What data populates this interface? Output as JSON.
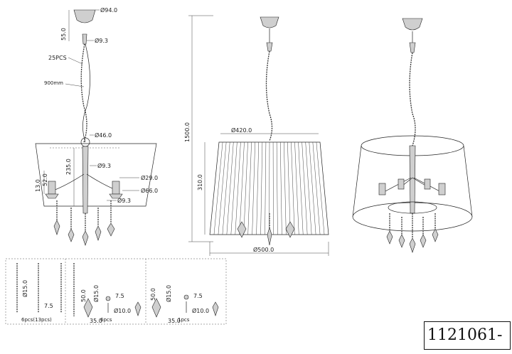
{
  "drawing": {
    "product_code": "1121061-",
    "front_view": {
      "canopy_diameter": "Ø94.0",
      "canopy_height": "55.0",
      "hook_diameter": "Ø9.3",
      "chain_links": "25PCS",
      "wire_length": "900mm",
      "ring_diameter": "Ø46.0",
      "frame_height": "235.0",
      "arm_diameter": "Ø9.3",
      "candle_height": "52.0",
      "cup_height": "13.0",
      "candle_diameter": "Ø29.0",
      "cup_diameter": "Ø66.0",
      "lower_arm_diameter": "Ø9.3"
    },
    "side_view": {
      "total_height": "1500.0",
      "shade_top_diameter": "Ø420.0",
      "shade_height": "310.0",
      "shade_bottom_diameter": "Ø500.0"
    },
    "crystal_details": [
      {
        "quantity": "6pcs(13pcs)",
        "bead_diameter": "Ø15.0",
        "link_size": "7.5"
      },
      {
        "quantity": "6pcs",
        "bead_diameter": "Ø15.0",
        "drop_height": "50.0",
        "drop_width": "35.0",
        "pin_size": "7.5",
        "pendant_diameter": "Ø10.0"
      },
      {
        "quantity": "1pcs",
        "bead_diameter": "Ø15.0",
        "drop_height": "50.0",
        "drop_width": "35.0",
        "pin_size": "7.5",
        "pendant_diameter": "Ø10.0"
      }
    ]
  }
}
